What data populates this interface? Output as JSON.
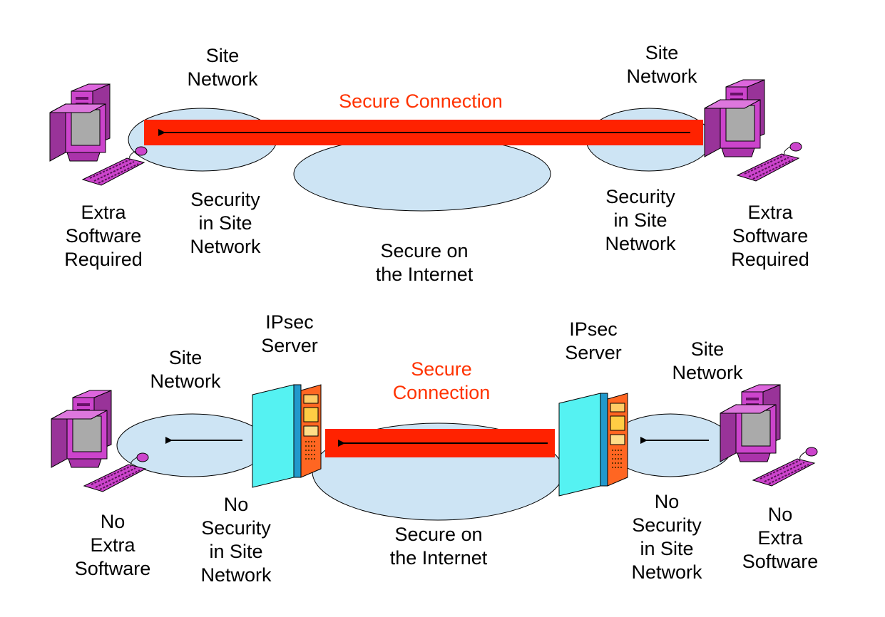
{
  "colors": {
    "accent": "#ff3300",
    "tube": "#ff2200",
    "ellipse_fill": "#cde4f4",
    "computer": "#cc44cc",
    "server_cyan": "#33eeee",
    "server_orange": "#ff6622",
    "arrow": "#000000"
  },
  "top": {
    "connection_label": "Secure Connection",
    "left_site_label": "Site\nNetwork",
    "right_site_label": "Site\nNetwork",
    "left_security_label": "Security\nin Site\nNetwork",
    "right_security_label": "Security\nin Site\nNetwork",
    "internet_label": "Secure on\nthe Internet",
    "left_pc_label": "Extra\nSoftware\nRequired",
    "right_pc_label": "Extra\nSoftware\nRequired"
  },
  "bottom": {
    "connection_label": "Secure\nConnection",
    "left_server_label": "IPsec\nServer",
    "right_server_label": "IPsec\nServer",
    "left_site_label": "Site\nNetwork",
    "right_site_label": "Site\nNetwork",
    "left_security_label": "No\nSecurity\nin Site\nNetwork",
    "right_security_label": "No\nSecurity\nin Site\nNetwork",
    "internet_label": "Secure on\nthe Internet",
    "left_pc_label": "No\nExtra\nSoftware",
    "right_pc_label": "No\nExtra\nSoftware"
  },
  "icons": {
    "computer": "desktop-computer-icon",
    "server": "ipsec-server-icon"
  }
}
